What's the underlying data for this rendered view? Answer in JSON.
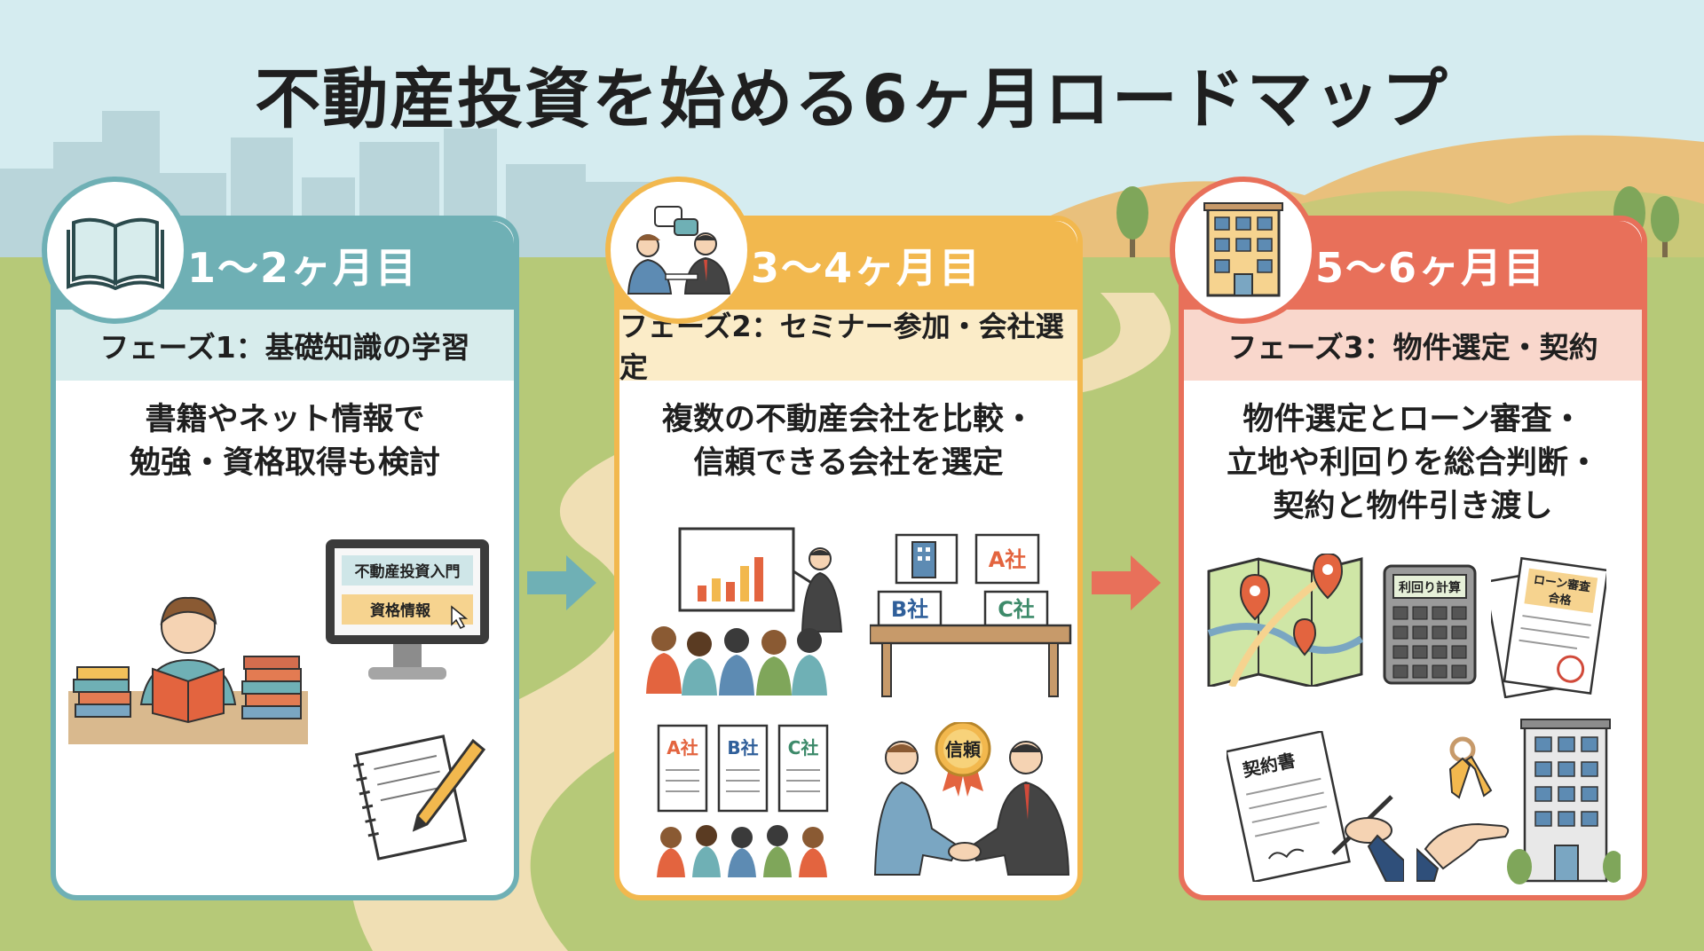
{
  "title": "不動産投資を始める6ヶ月ロードマップ",
  "colors": {
    "phase1": "#6fb0b5",
    "phase2": "#f2b84e",
    "phase3": "#e8705a",
    "sky": "#d5ecf0",
    "grass": "#b6c978",
    "road": "#f0dfb4"
  },
  "phases": [
    {
      "period": "1〜2ヶ月目",
      "label": "フェーズ1：基礎知識の学習",
      "description": "書籍やネット情報で\n勉強・資格取得も検討",
      "badge_icon": "book-icon",
      "monitor_lines": [
        "不動産投資入門",
        "資格情報"
      ]
    },
    {
      "period": "3〜4ヶ月目",
      "label": "フェーズ2：セミナー参加・会社選定",
      "description": "複数の不動産会社を比較・\n信頼できる会社を選定",
      "badge_icon": "consultation-icon",
      "company_labels": [
        "A社",
        "B社",
        "C社"
      ],
      "trust_badge": "信頼"
    },
    {
      "period": "5〜6ヶ月目",
      "label": "フェーズ3：物件選定・契約",
      "description": "物件選定とローン審査・\n立地や利回りを総合判断・\n契約と物件引き渡し",
      "badge_icon": "building-icon",
      "calculator_label": "利回り計算",
      "loan_doc_label": "ローン審査\n合格",
      "contract_label": "契約書"
    }
  ]
}
